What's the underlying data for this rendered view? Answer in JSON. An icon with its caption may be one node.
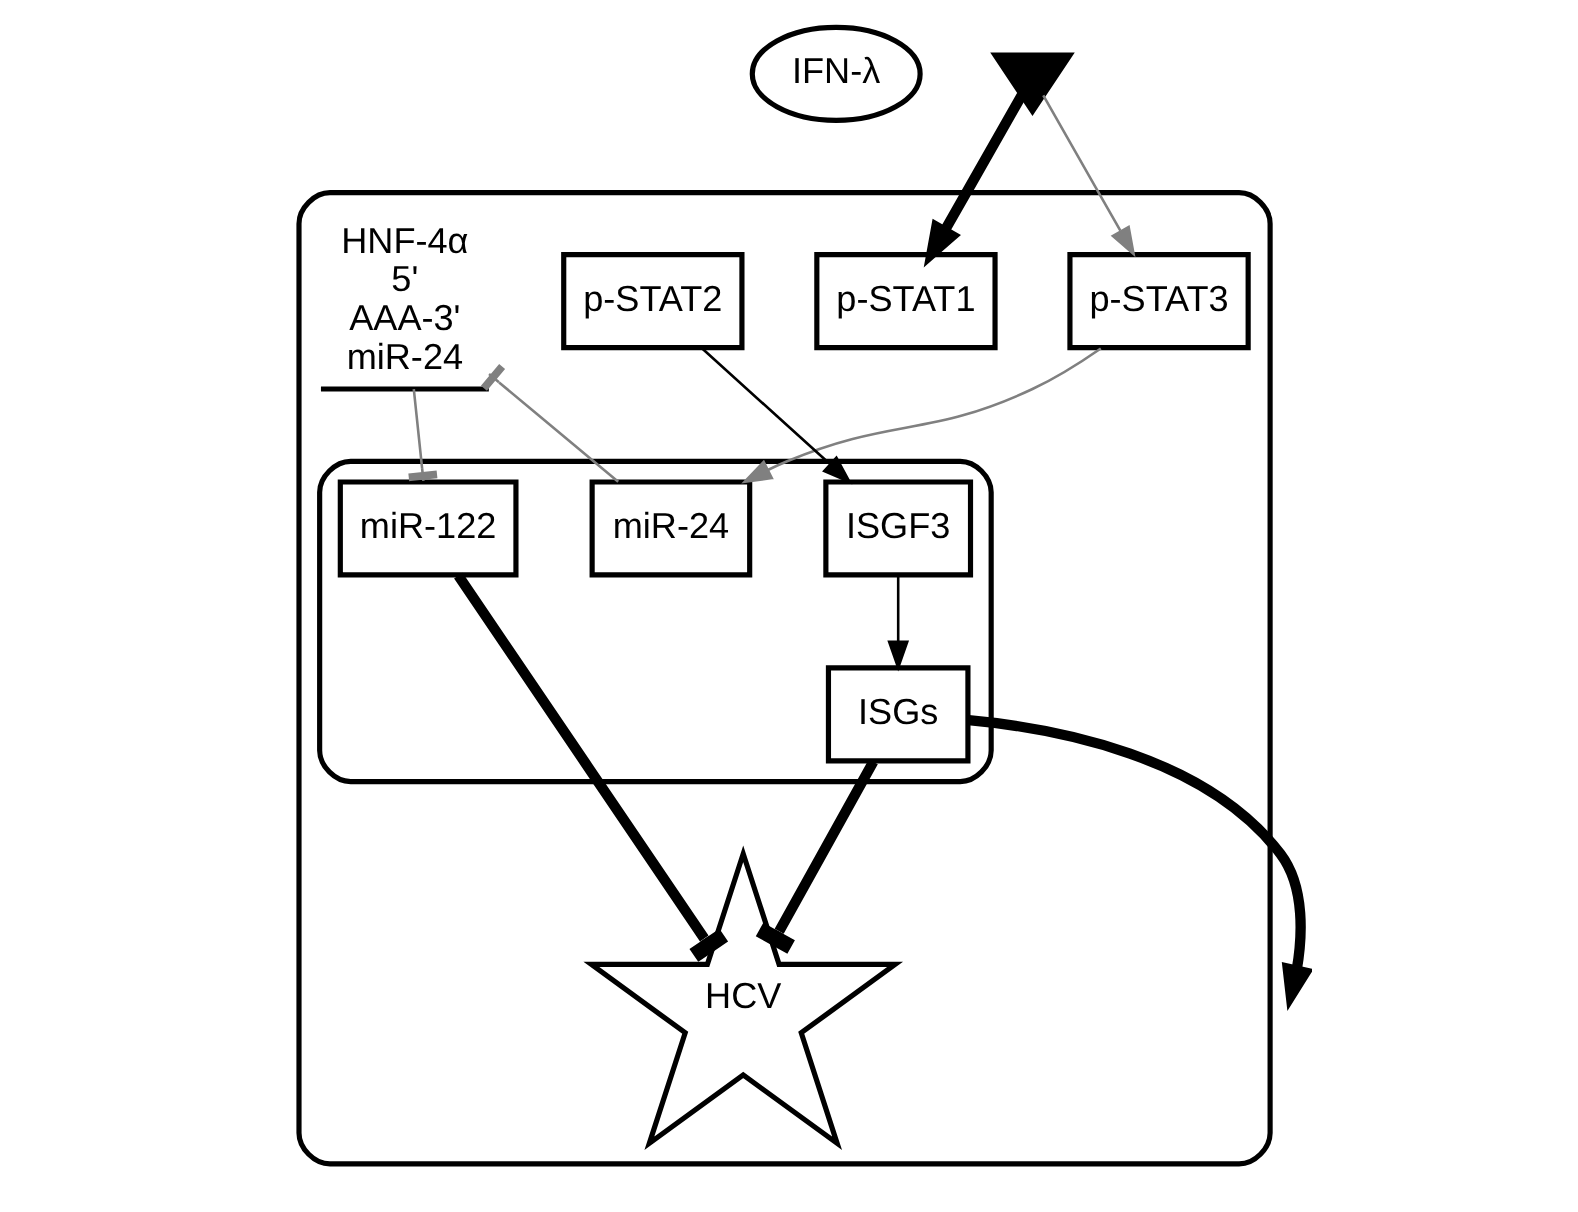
{
  "diagram": {
    "nodes": [
      {
        "text": [
          "IFN-λ"
        ]
      },
      {
        "text": [],
        "shape": "receptor"
      },
      {
        "text": [],
        "shape": "ellipse"
      },
      {
        "text": [
          "p-STAT3"
        ],
        "in": 2
      },
      {
        "text": [
          "p-STAT1"
        ],
        "in": 2
      },
      {
        "text": [
          "p-STAT2"
        ],
        "in": 2
      },
      {
        "text": [
          "HNF-4α",
          "5'",
          "AAA-3'",
          "miR-24"
        ],
        "in": 2
      },
      {
        "text": [],
        "shape": "ellipse",
        "in": 2
      },
      {
        "text": [
          "miR-24"
        ],
        "in": 7
      },
      {
        "text": [
          "ISGF3"
        ],
        "in": 7
      },
      {
        "text": [
          "ISGs"
        ],
        "in": 7
      },
      {
        "text": [
          "miR-122"
        ],
        "in": 7
      },
      {
        "text": [
          "HCV"
        ],
        "in": 2
      }
    ],
    "edges": [
      {
        "from": 1,
        "to": 3,
        "arrow": "to",
        "color": "#808080"
      },
      {
        "from": 1,
        "to": 4,
        "arrow": "to",
        "style": "thick"
      },
      {
        "from": 5,
        "to": 9,
        "arrow": "to"
      },
      {
        "from": 9,
        "to": 10,
        "arrow": "to"
      },
      {
        "from": 3,
        "to": 8,
        "arrow": "to",
        "color": "#808080"
      },
      {
        "from": 8,
        "to": 6,
        "arrow": "other",
        "color": "#808080"
      },
      {
        "from": 6,
        "to": 11,
        "arrow": "other",
        "color": "#808080"
      },
      {
        "from": 11,
        "to": 12,
        "arrow": "other",
        "style": "thick"
      },
      {
        "from": 10,
        "to": 12,
        "arrow": "other",
        "style": "thick"
      },
      {
        "from": 10,
        "to": null,
        "arrow": "to",
        "style": "thick"
      }
    ]
  }
}
